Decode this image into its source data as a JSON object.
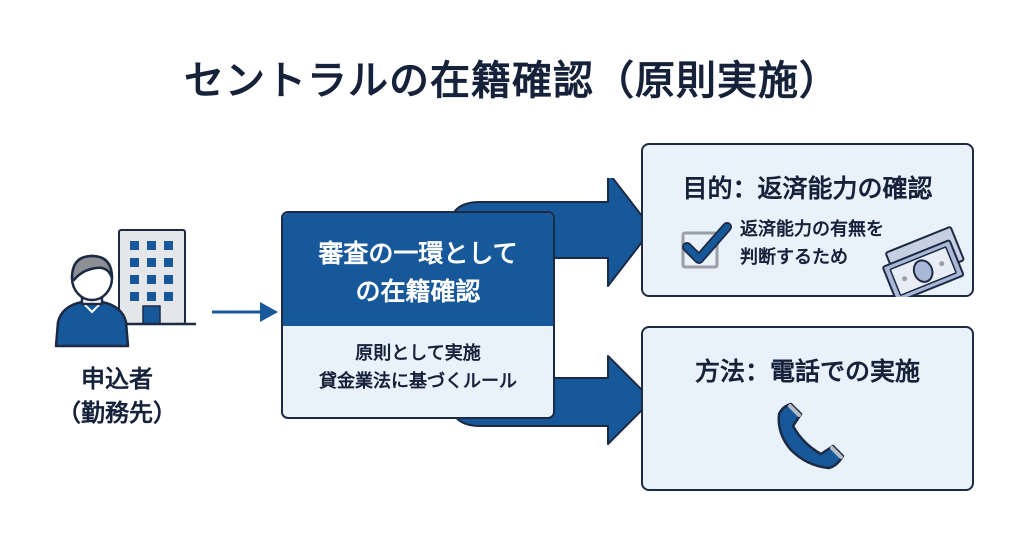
{
  "title": "セントラルの在籍確認（原則実施）",
  "applicant": {
    "icon": "person-icon",
    "building_icon": "office-building-icon",
    "label_line1": "申込者",
    "label_line2": "（勤務先）"
  },
  "center": {
    "heading_line1": "審査の一環として",
    "heading_line2": "の在籍確認",
    "detail_line1": "原則として実施",
    "detail_line2": "貸金業法に基づくルール"
  },
  "purpose": {
    "title": "目的：返済能力の確認",
    "desc_line1": "返済能力の有無を",
    "desc_line2": "判断するため",
    "icons": [
      "checkbox-checked-icon",
      "money-bills-icon"
    ]
  },
  "method": {
    "title": "方法：電話での実施",
    "icon": "telephone-handset-icon"
  },
  "colors": {
    "primary_blue": "#17589a",
    "dark_navy": "#16213a",
    "card_bg": "#e9f1fb",
    "gray": "#9aa0a6"
  }
}
